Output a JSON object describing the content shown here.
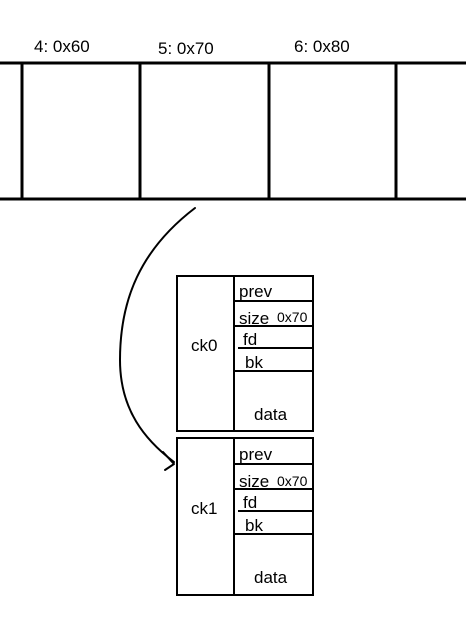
{
  "bins": [
    {
      "label": "4: 0x60"
    },
    {
      "label": "5: 0x70"
    },
    {
      "label": "6: 0x80"
    }
  ],
  "chunks": [
    {
      "name": "ck0",
      "fields": {
        "prev": "prev",
        "size": "size",
        "size_value": "0x70",
        "fd": "fd",
        "bk": "bk",
        "data": "data"
      }
    },
    {
      "name": "ck1",
      "fields": {
        "prev": "prev",
        "size": "size",
        "size_value": "0x70",
        "fd": "fd",
        "bk": "bk",
        "data": "data"
      }
    }
  ]
}
